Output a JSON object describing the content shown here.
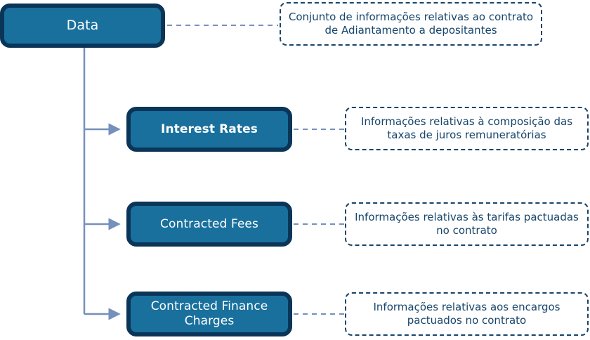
{
  "diagram": {
    "title": "Data structure hierarchy",
    "colors": {
      "node_fill": "#19709d",
      "node_border": "#0a3558",
      "node_text": "#ffffff",
      "note_border": "#17456b",
      "note_text": "#17456b",
      "connector": "#7590bd",
      "background": "#ffffff"
    },
    "root": {
      "label": "Data",
      "note": "Conjunto de informações relativas ao contrato de Adiantamento a depositantes"
    },
    "children": [
      {
        "label": "Interest Rates",
        "note": "Informações relativas à composição das taxas de juros remuneratórias"
      },
      {
        "label": "Contracted Fees",
        "note": "Informações relativas às tarifas pactuadas no contrato"
      },
      {
        "label": "Contracted Finance\nCharges",
        "note": "Informações relativas aos encargos pactuados no contrato"
      }
    ]
  }
}
